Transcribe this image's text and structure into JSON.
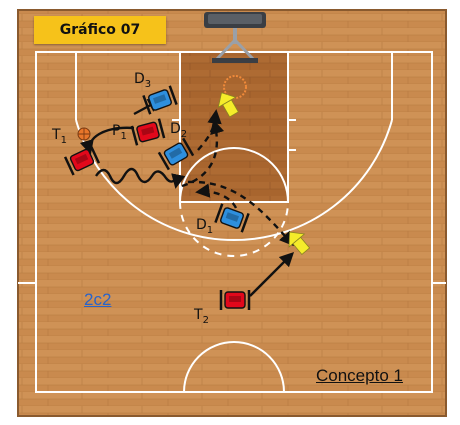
{
  "title": "Gráfico 07",
  "zone_label": "2c2",
  "concept_label": "Concepto 1",
  "players": [
    {
      "id": "T1",
      "letter": "T",
      "sub": "1",
      "team": "attack",
      "color": "#e2081b",
      "has_ball": true
    },
    {
      "id": "P1",
      "letter": "P",
      "sub": "1",
      "team": "attack",
      "color": "#e2081b",
      "has_ball": false
    },
    {
      "id": "T2",
      "letter": "T",
      "sub": "2",
      "team": "attack",
      "color": "#e2081b",
      "has_ball": false
    },
    {
      "id": "D1",
      "letter": "D",
      "sub": "1",
      "team": "defense",
      "color": "#2e8fde",
      "has_ball": false
    },
    {
      "id": "D2",
      "letter": "D",
      "sub": "2",
      "team": "defense",
      "color": "#2e8fde",
      "has_ball": false
    },
    {
      "id": "D3",
      "letter": "D",
      "sub": "3",
      "team": "defense",
      "color": "#2e8fde",
      "has_ball": false
    }
  ],
  "colors": {
    "court_wood": "#c98a4e",
    "court_line": "#ffffff",
    "paint": "#a8652e",
    "target_arrow": "#f5ec2a",
    "hoop_ring": "#f08a3a"
  },
  "icons": [
    "basketball-icon",
    "hoop-icon",
    "target-arrow-icon"
  ]
}
